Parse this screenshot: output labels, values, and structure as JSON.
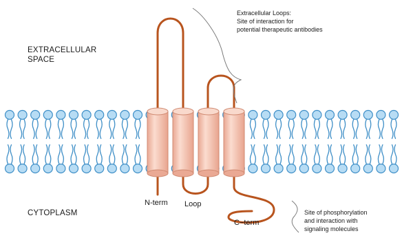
{
  "labels": {
    "extracellular_space_line1": "EXTRACELLULAR",
    "extracellular_space_line2": "SPACE",
    "cytoplasm": "CYTOPLASM",
    "n_term": "N-term",
    "loop": "Loop",
    "c_term": "C−term",
    "extracellular_loops_line1": "Extracellular Loops:",
    "extracellular_loops_line2": "Site of interaction for",
    "extracellular_loops_line3": "potential therapeutic antibodies",
    "phosphorylation_line1": "Site of phosphorylation",
    "phosphorylation_line2": "and interaction with",
    "phosphorylation_line3": "signaling molecules"
  },
  "colors": {
    "lipid_head": "#b7dcf4",
    "lipid_outline": "#3f8fc7",
    "helix_fill": "#f6c7b6",
    "helix_outline": "#d08a72",
    "protein_chain": "#b8541e",
    "brace": "#7a7a7a"
  },
  "membrane": {
    "helix_count": 4
  }
}
